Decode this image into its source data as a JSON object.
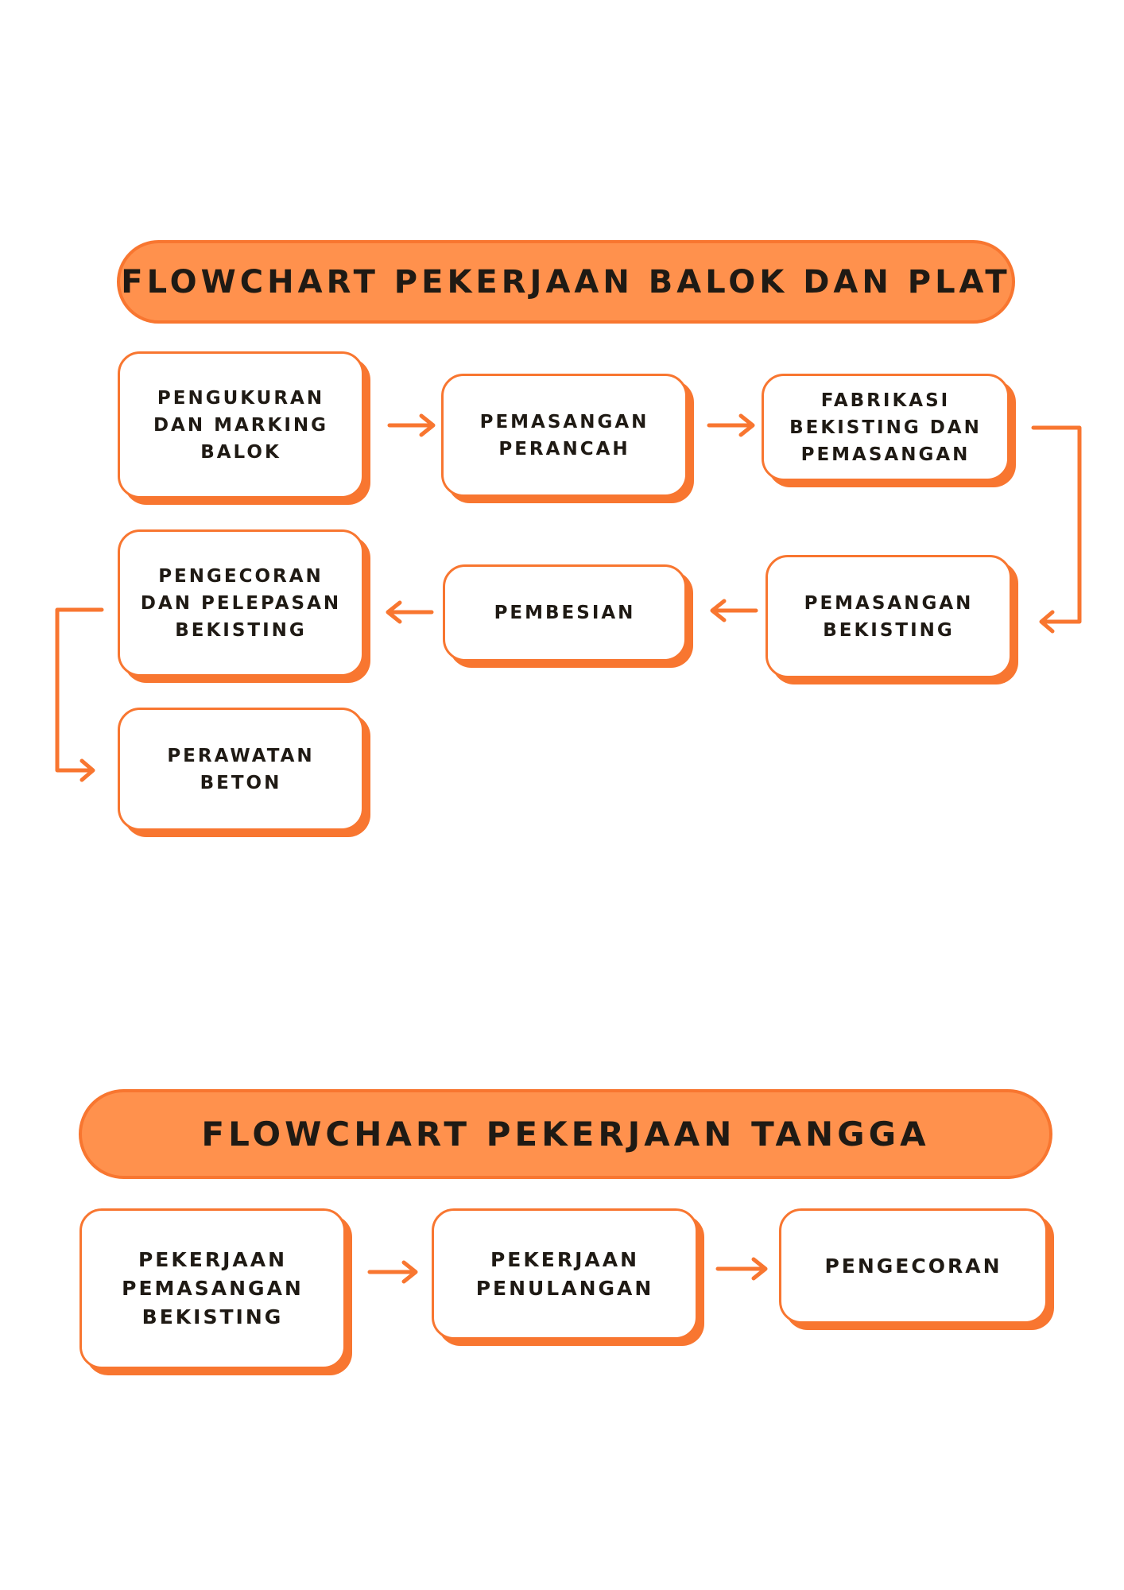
{
  "colors": {
    "accent": "#f87630",
    "title_fill": "#ff914d",
    "text": "#1f1a14",
    "background": "#ffffff"
  },
  "section1": {
    "title": "FLOWCHART PEKERJAAN BALOK DAN PLAT",
    "steps": [
      "PENGUKURAN\nDAN MARKING\nBALOK",
      "PEMASANGAN\nPERANCAH",
      "FABRIKASI\nBEKISTING DAN\nPEMASANGAN",
      "PEMASANGAN\nBEKISTING",
      "PEMBESIAN",
      "PENGECORAN\nDAN PELEPASAN\nBEKISTING",
      "PERAWATAN\nBETON"
    ]
  },
  "section2": {
    "title": "FLOWCHART PEKERJAAN TANGGA",
    "steps": [
      "PEKERJAAN\nPEMASANGAN\nBEKISTING",
      "PEKERJAAN\nPENULANGAN",
      "PENGECORAN"
    ]
  }
}
